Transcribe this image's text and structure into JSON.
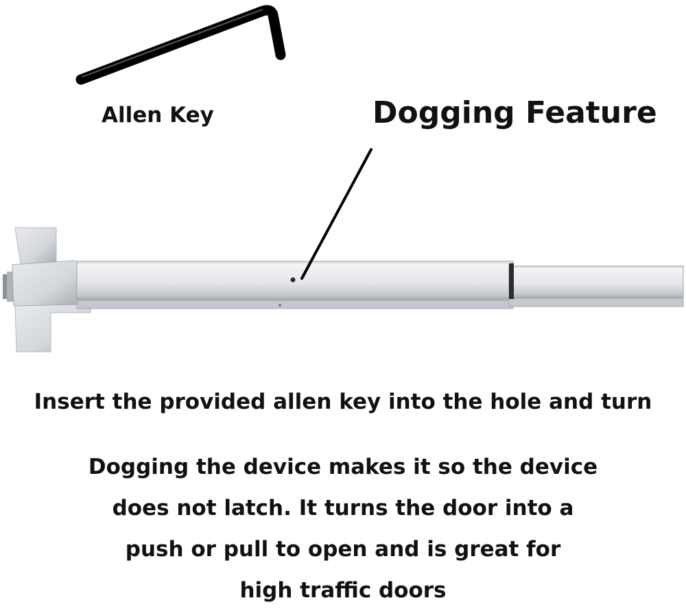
{
  "labels": {
    "allen_key": "Allen Key",
    "dogging_feature": "Dogging Feature"
  },
  "instruction": "Insert the provided allen key into the hole and turn",
  "description_lines": [
    "Dogging the device makes it so the device",
    "does not latch. It turns the door into a",
    "push or pull to open and is great for",
    "high traffic doors"
  ],
  "colors": {
    "text": "#111111",
    "background": "#ffffff",
    "key": "#111111",
    "metal_light": "#eeeff1",
    "metal_shadow": "#9ea2a8"
  },
  "icons": {
    "tool": "allen-key-icon",
    "device": "exit-device-bar-icon",
    "pointer": "pointer-line-icon"
  }
}
